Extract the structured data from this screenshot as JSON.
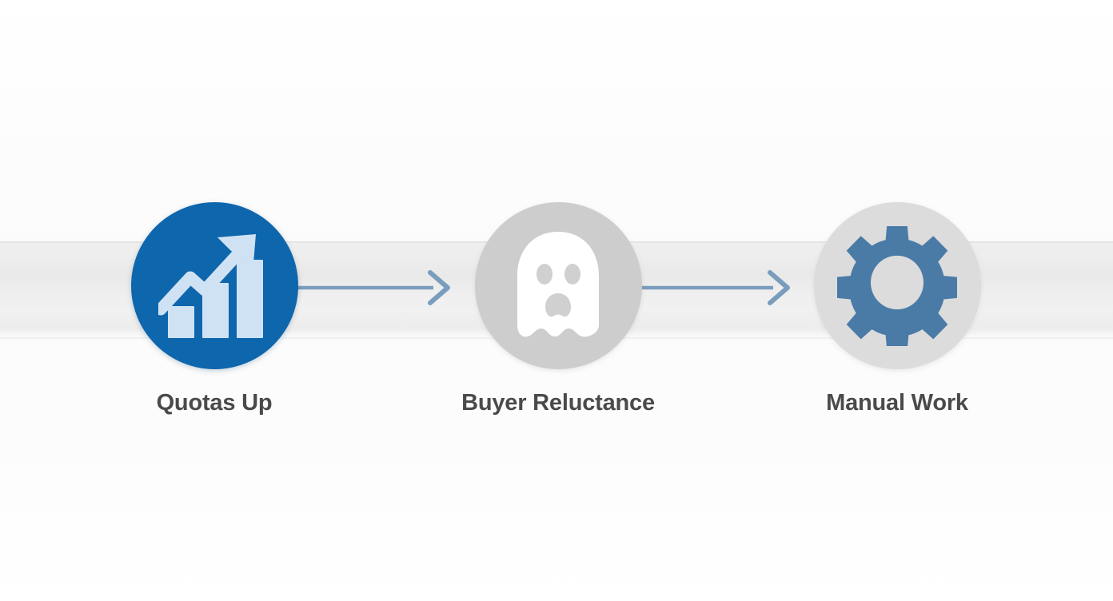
{
  "diagram": {
    "title": "Quotas Up to Buyer Reluctance to Manual Work flow",
    "type": "horizontal-process-flow",
    "background_color": "#fcfcfc",
    "band_color": "#ebebeb"
  },
  "steps": [
    {
      "id": "step-quotas-up",
      "label": "Quotas Up",
      "icon": "growth-chart-icon",
      "circle_color": "#0e66ad",
      "icon_color": "#cfe2f3",
      "label_color": "#4a4a4a"
    },
    {
      "id": "step-buyer-reluctance",
      "label": "Buyer Reluctance",
      "icon": "ghost-icon",
      "circle_color": "#cdcdcd",
      "icon_color": "#ffffff",
      "label_color": "#4a4a4a"
    },
    {
      "id": "step-manual-work",
      "label": "Manual Work",
      "icon": "gear-icon",
      "circle_color": "#dcdcdc",
      "icon_color": "#4a7ba7",
      "label_color": "#4a4a4a"
    }
  ],
  "connectors": [
    {
      "id": "arrow-1",
      "from": "step-quotas-up",
      "to": "step-buyer-reluctance",
      "color": "#7b9dbd"
    },
    {
      "id": "arrow-2",
      "from": "step-buyer-reluctance",
      "to": "step-manual-work",
      "color": "#7b9dbd"
    }
  ],
  "chart_data": {
    "type": "bar",
    "title": "Growth chart icon bars",
    "categories": [
      "bar-1",
      "bar-2",
      "bar-3"
    ],
    "values": [
      1,
      2,
      3
    ],
    "xlabel": "",
    "ylabel": "",
    "ylim": [
      0,
      3
    ]
  }
}
